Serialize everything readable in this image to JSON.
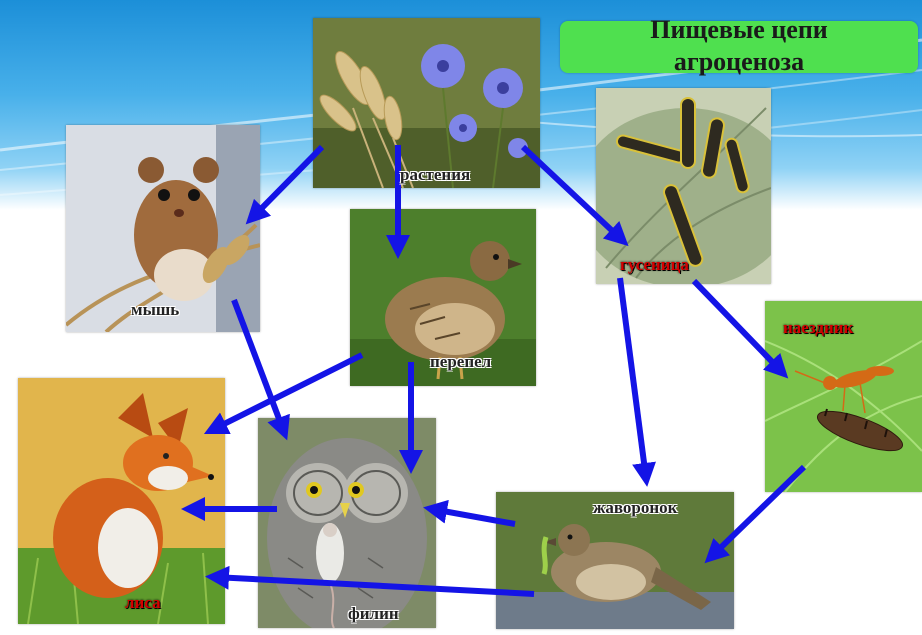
{
  "title": "Пищевые цепи\nагроценоза",
  "colors": {
    "arrow": "#1414e6",
    "title_box": "#4fe04f",
    "red_label": "#d40000",
    "dark_label": "#222222"
  },
  "organisms": {
    "plants": "растения",
    "mouse": "мышь",
    "quail": "перепел",
    "caterpillar": "гусеница",
    "parasitoid": "наездник",
    "fox": "лиса",
    "owl": "филин",
    "lark": "жаворонок"
  }
}
